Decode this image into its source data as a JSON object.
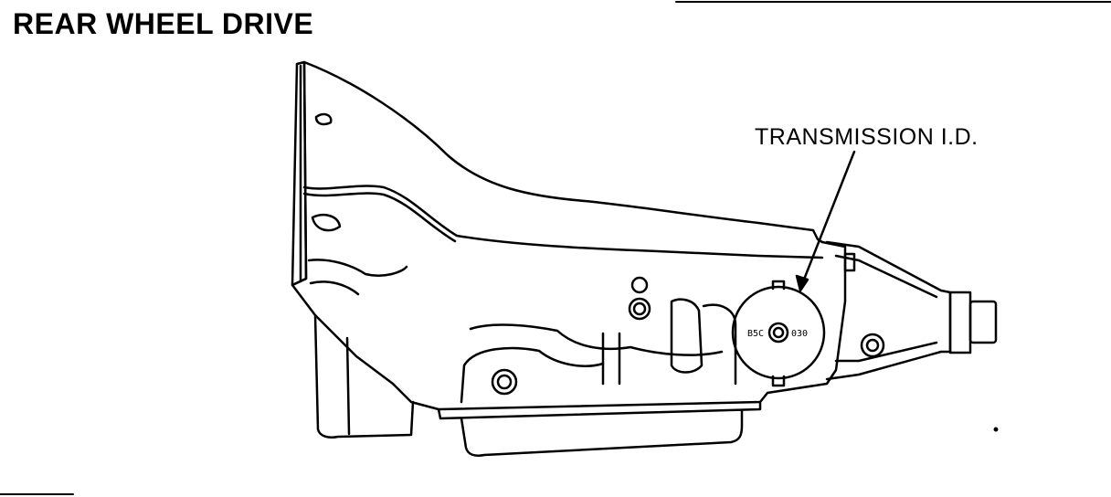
{
  "title": "REAR WHEEL DRIVE",
  "callout": {
    "label": "TRANSMISSION I.D."
  },
  "id_plate": {
    "left_code": "B5C",
    "right_code": "030"
  },
  "colors": {
    "ink": "#000000",
    "paper": "#ffffff"
  }
}
